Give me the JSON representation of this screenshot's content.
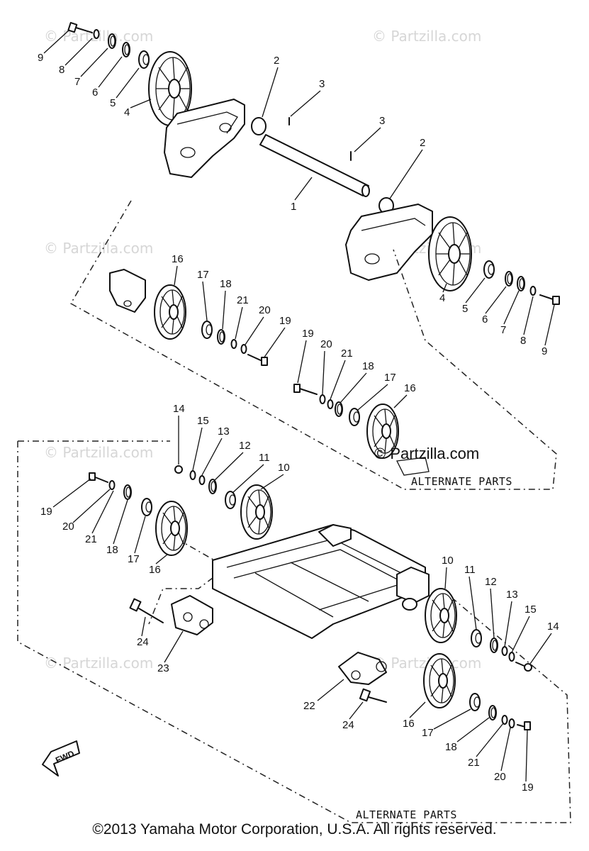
{
  "watermark": "© Partzilla.com",
  "brand": "© Partzilla.com",
  "alternate_parts_label": "ALTERNATE PARTS",
  "fwd_label": "FWD",
  "copyright": "©2013 Yamaha Motor Corporation, U.S.A. All rights reserved.",
  "callouts": [
    "1",
    "2",
    "3",
    "4",
    "5",
    "6",
    "7",
    "8",
    "9",
    "10",
    "11",
    "12",
    "13",
    "14",
    "15",
    "16",
    "17",
    "18",
    "19",
    "20",
    "21",
    "22",
    "23",
    "24"
  ]
}
